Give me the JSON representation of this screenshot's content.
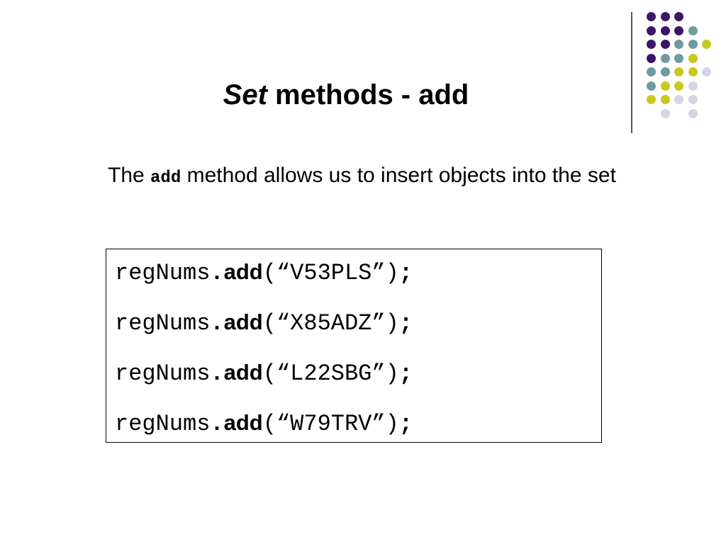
{
  "title": {
    "italic_part": "Set",
    "rest": " methods - add"
  },
  "description": {
    "before": "The ",
    "code": "add",
    "after": " method allows us to insert objects into the set"
  },
  "code_lines": [
    {
      "object": "regNums",
      "dot": ".",
      "method": "add",
      "args": "(“V53PLS”)",
      "end": ";"
    },
    {
      "object": "regNums",
      "dot": ".",
      "method": "add",
      "args": "(“X85ADZ”)",
      "end": ";"
    },
    {
      "object": "regNums",
      "dot": ".",
      "method": "add",
      "args": "(“L22SBG”)",
      "end": ";"
    },
    {
      "object": "regNums",
      "dot": ".",
      "method": "add",
      "args": "(“W79TRV”)",
      "end": ";"
    }
  ],
  "decoration": {
    "colors": {
      "purple": "#3d1566",
      "teal": "#6e9b9b",
      "olive": "#c8c81e",
      "lavender": "#d4d4e6"
    },
    "grid": [
      [
        "purple",
        "purple",
        "purple",
        null,
        null
      ],
      [
        "purple",
        "purple",
        "purple",
        "teal",
        null
      ],
      [
        "purple",
        "purple",
        "teal",
        "teal",
        "olive"
      ],
      [
        "purple",
        "teal",
        "teal",
        "olive",
        null
      ],
      [
        "teal",
        "teal",
        "olive",
        "olive",
        "lavender"
      ],
      [
        "teal",
        "olive",
        "olive",
        "lavender",
        null
      ],
      [
        "olive",
        "olive",
        "lavender",
        "lavender",
        null
      ],
      [
        null,
        "lavender",
        null,
        "lavender",
        null
      ]
    ]
  }
}
